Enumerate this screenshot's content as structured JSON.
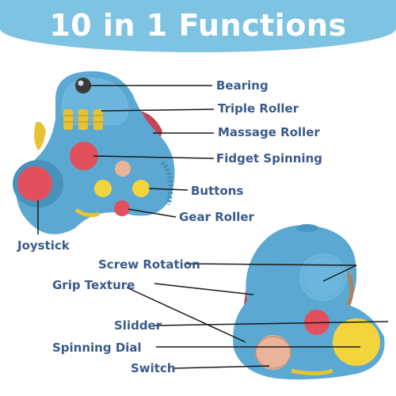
{
  "header": {
    "title": "10 in 1 Functions"
  },
  "labels": {
    "bearing": "Bearing",
    "triple_roller": "Triple Roller",
    "massage_roller": "Massage Roller",
    "fidget_spinning": "Fidget Spinning",
    "buttons": "Buttons",
    "gear_roller": "Gear Roller",
    "joystick": "Joystick",
    "screw_rotation": "Screw Rotation",
    "grip_texture": "Grip Texture",
    "slidder": "Slidder",
    "spinning_dial": "Spinning Dial",
    "switch": "Switch"
  },
  "colors": {
    "header_bg": "#7ec3e2",
    "label_text": "#3a5a8c",
    "toy_body": "#5ba9d2",
    "toy_red": "#e2505e",
    "toy_yellow": "#f3d43a",
    "toy_peach": "#e9b49a"
  }
}
